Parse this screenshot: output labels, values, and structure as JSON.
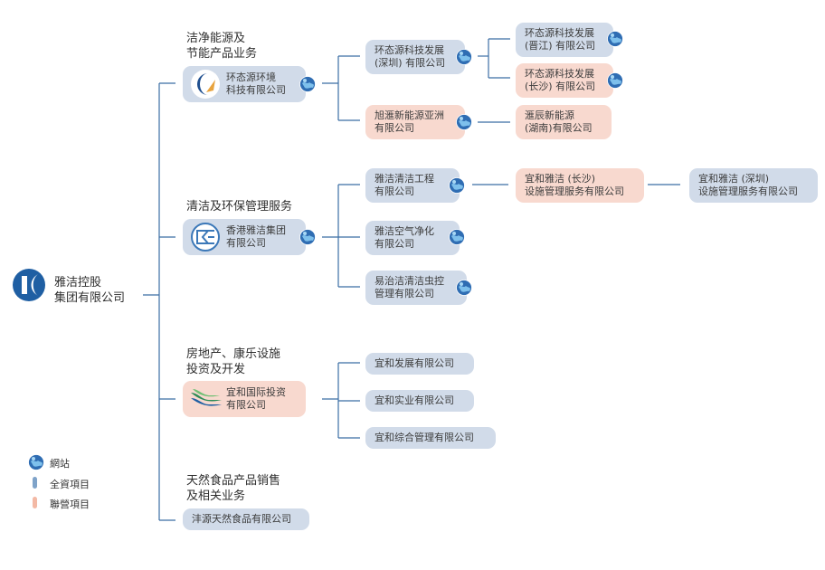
{
  "root": {
    "name": "雅洁控股\n集团有限公司"
  },
  "sections": [
    {
      "title": "洁净能源及\n节能产品业务",
      "company": "环态源环境\n科技有限公司"
    },
    {
      "title": "清洁及环保管理服务",
      "company": "香港雅洁集团\n有限公司"
    },
    {
      "title": "房地产、康乐设施\n投资及开发",
      "company": "宜和国际投资\n有限公司"
    },
    {
      "title": "天然食品产品销售\n及相关业务",
      "company": "沣源天然食品有限公司"
    }
  ],
  "subsidiaries": {
    "energy_l2": [
      "环态源科技发展\n(深圳) 有限公司",
      "旭滙新能源亚洲\n有限公司"
    ],
    "energy_l3": [
      "环态源科技发展\n(晋江) 有限公司",
      "环态源科技发展\n(长沙) 有限公司",
      "滙辰新能源\n(湖南)有限公司"
    ],
    "cleaning_l2": [
      "雅洁清洁工程\n有限公司",
      "雅洁空气净化\n有限公司",
      "易治洁清洁虫控\n管理有限公司"
    ],
    "cleaning_l3": [
      "宜和雅洁 (长沙)\n设施管理服务有限公司",
      "宜和雅洁 (深圳)\n设施管理服务有限公司"
    ],
    "property_l2": [
      "宜和发展有限公司",
      "宜和实业有限公司",
      "宜和综合管理有限公司"
    ]
  },
  "legend": [
    "網站",
    "全資項目",
    "聯營項目"
  ],
  "colors": {
    "wholly_owned": "#d1dbe9",
    "associate": "#f8d9cf",
    "line": "#3b6ea5",
    "legend_wholly": "#7fa3c9",
    "legend_assoc": "#f3b9a5"
  }
}
